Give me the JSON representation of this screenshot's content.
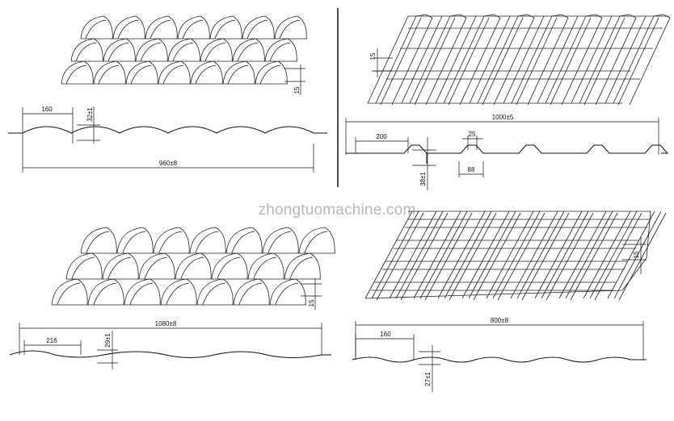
{
  "watermark": "zhongtuomachine.com",
  "panels": [
    {
      "name": "top-left",
      "pitch": "160",
      "height": "32±1",
      "width": "960±8",
      "step": "15"
    },
    {
      "name": "top-right",
      "pitch": "200",
      "top_width": "25",
      "base_width": "88",
      "height": "38±1",
      "width": "1000±5",
      "step": "15"
    },
    {
      "name": "bottom-left",
      "pitch": "216",
      "height": "29±1",
      "width": "1080±8",
      "step": "15"
    },
    {
      "name": "bottom-right",
      "pitch": "160",
      "height": "27±1",
      "width": "800±8",
      "step": "15"
    }
  ]
}
